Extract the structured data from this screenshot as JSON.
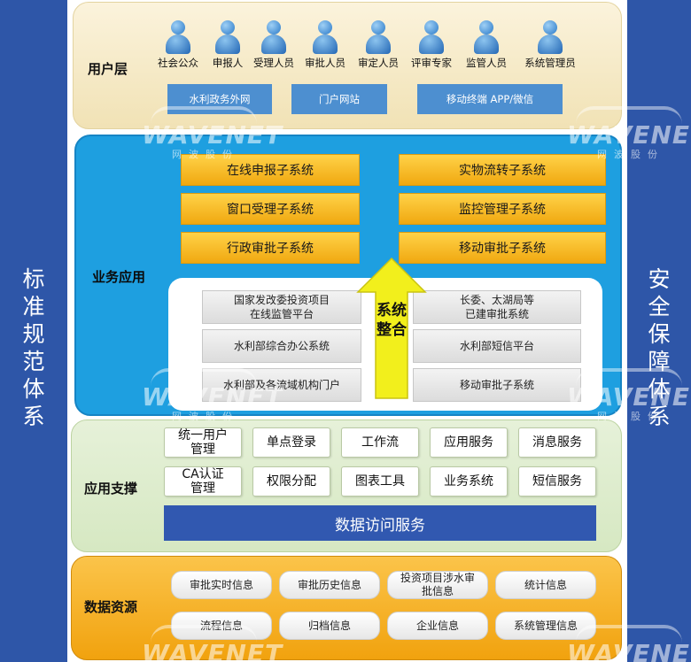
{
  "side_left": [
    "标",
    "准",
    "规",
    "范",
    "体",
    "系"
  ],
  "side_right": [
    "安",
    "全",
    "保",
    "障",
    "体",
    "系"
  ],
  "user_layer": {
    "label": "用户层",
    "roles": [
      "社会公众",
      "申报人",
      "受理人员",
      "审批人员",
      "审定人员",
      "评审专家",
      "监管人员",
      "系统管理员"
    ],
    "portals": [
      "水利政务外网",
      "门户网站",
      "移动终端   APP/微信"
    ]
  },
  "business_layer": {
    "label": "业务应用",
    "subsystems": [
      "在线申报子系统",
      "实物流转子系统",
      "窗口受理子系统",
      "监控管理子系统",
      "行政审批子系统",
      "移动审批子系统"
    ],
    "integrated_systems": [
      "国家发改委投资项目\n在线监管平台",
      "长委、太湖局等\n已建审批系统",
      "水利部综合办公系统",
      "水利部短信平台",
      "水利部及各流域机构门户",
      "移动审批子系统"
    ],
    "integration_label": "系统整合"
  },
  "support_layer": {
    "label": "应用支撑",
    "services": [
      "统一用户\n管理",
      "单点登录",
      "工作流",
      "应用服务",
      "消息服务",
      "CA认证\n管理",
      "权限分配",
      "图表工具",
      "业务系统",
      "短信服务"
    ],
    "data_access": "数据访问服务"
  },
  "data_layer": {
    "label": "数据资源",
    "items": [
      "审批实时信息",
      "审批历史信息",
      "投资项目涉水审\n批信息",
      "统计信息",
      "流程信息",
      "归档信息",
      "企业信息",
      "系统管理信息"
    ]
  },
  "watermark": {
    "logo": "WAVENET",
    "sub": "网波股份"
  },
  "colors": {
    "side": "#2e56a8",
    "business": "#1e9fe0",
    "subsystem": "#f5b820",
    "arrow": "#f2ef1c",
    "data_access": "#3158b0",
    "data_layer": "#f3a816"
  }
}
